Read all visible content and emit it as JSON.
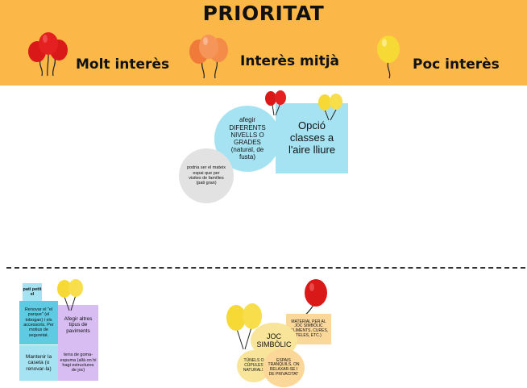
{
  "header": {
    "title": "PRIORITAT",
    "legend": [
      {
        "label": "Molt interès",
        "color": "#e21d1d"
      },
      {
        "label": "Interès mitjà",
        "color": "#f4843f"
      },
      {
        "label": "Poc interès",
        "color": "#f9d837"
      }
    ]
  },
  "top_section": {
    "note_levels": "afegir DIFERENTS NIVELLS O GRADES (natural, de fusta)",
    "note_outdoor": "Opció classes a l'aire lliure",
    "note_families": "podria ser el mateix espai que per visites de famílies (pati gran)"
  },
  "bottom_left": {
    "note_small": "pati petit el",
    "note_renovar": "Renovar el \"el parque\" (el tobogan) i els accessoris. Per motius de seguretat.",
    "note_paviments": "Afegir altres tipus de paviments",
    "note_caseta": "Mantenir la caseta (o renovar-la)",
    "note_terra": "terra de goma-espuma (allà on hi hagi estructures de joc)"
  },
  "bottom_center": {
    "note_joc": "JOC SIMBÒLIC",
    "note_material": "MATERIAL PER AL JOC SIMBÒLIC (ALIMENTS, CURES, TELES, ETC.)",
    "note_tunels": "TÚNELS O CÚPULES NATURALS",
    "note_espais": "ESPAIS TRANQUILS, ON RELAXAR-SE I DE PRIVACITAT"
  },
  "colors": {
    "header_bg": "#fbb748",
    "cyan": "#a6e3f2",
    "gray": "#e2e2e2",
    "teal": "#5fcbe3",
    "purple": "#d7bdf2",
    "yellow": "#f8e59a",
    "sand": "#fbd89a"
  }
}
